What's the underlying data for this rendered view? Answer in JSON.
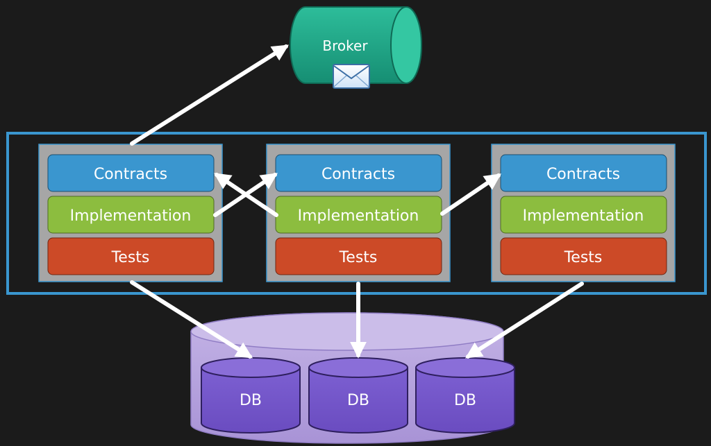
{
  "broker": {
    "label": "Broker",
    "icon": "envelope-icon"
  },
  "modules": [
    {
      "contracts": "Contracts",
      "implementation": "Implementation",
      "tests": "Tests"
    },
    {
      "contracts": "Contracts",
      "implementation": "Implementation",
      "tests": "Tests"
    },
    {
      "contracts": "Contracts",
      "implementation": "Implementation",
      "tests": "Tests"
    }
  ],
  "databases": [
    {
      "label": "DB"
    },
    {
      "label": "DB"
    },
    {
      "label": "DB"
    }
  ],
  "colors": {
    "background": "#1b1b1b",
    "outer_frame": "#3a96cf",
    "module_panel": "#a6a6a6",
    "contracts": "#3a96cf",
    "implementation": "#8cbd3f",
    "tests": "#cc4a27",
    "broker": "#1ea88a",
    "db_platform": "#b6a3de",
    "db": "#7a5ccc",
    "arrow": "#ffffff"
  }
}
